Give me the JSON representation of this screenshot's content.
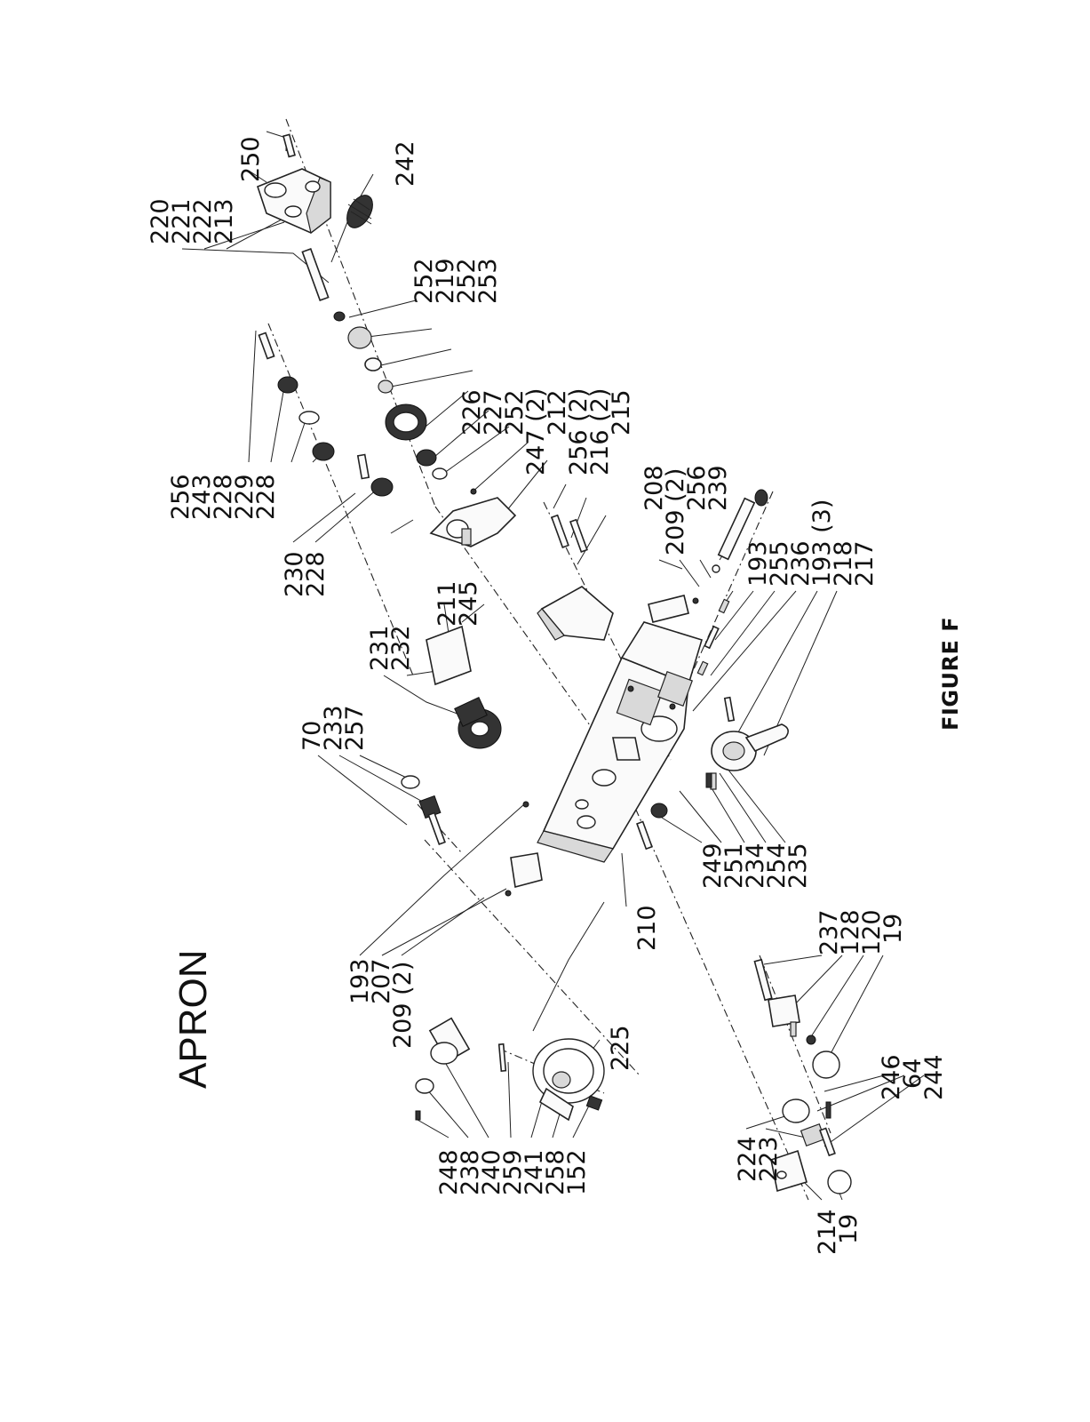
{
  "title": "APRON",
  "figure_label": "FIGURE F",
  "callouts": [
    {
      "id": "c01",
      "text": "250"
    },
    {
      "id": "c02",
      "text": "242"
    },
    {
      "id": "c03",
      "text": "220"
    },
    {
      "id": "c04",
      "text": "221"
    },
    {
      "id": "c05",
      "text": "222"
    },
    {
      "id": "c06",
      "text": "213"
    },
    {
      "id": "c07",
      "text": "252"
    },
    {
      "id": "c08",
      "text": "219"
    },
    {
      "id": "c09",
      "text": "252"
    },
    {
      "id": "c10",
      "text": "253"
    },
    {
      "id": "c11",
      "text": "226"
    },
    {
      "id": "c12",
      "text": "227"
    },
    {
      "id": "c13",
      "text": "252"
    },
    {
      "id": "c14",
      "text": "247 (2)"
    },
    {
      "id": "c15",
      "text": "212"
    },
    {
      "id": "c16",
      "text": "256 (2)"
    },
    {
      "id": "c17",
      "text": "216 (2)"
    },
    {
      "id": "c18",
      "text": "215"
    },
    {
      "id": "c19",
      "text": "256"
    },
    {
      "id": "c20",
      "text": "243"
    },
    {
      "id": "c21",
      "text": "228"
    },
    {
      "id": "c22",
      "text": "229"
    },
    {
      "id": "c23",
      "text": "228"
    },
    {
      "id": "c24",
      "text": "230"
    },
    {
      "id": "c25",
      "text": "228"
    },
    {
      "id": "c26",
      "text": "208"
    },
    {
      "id": "c27",
      "text": "209 (2)"
    },
    {
      "id": "c28",
      "text": "256"
    },
    {
      "id": "c29",
      "text": "239"
    },
    {
      "id": "c30",
      "text": "211"
    },
    {
      "id": "c31",
      "text": "245"
    },
    {
      "id": "c32",
      "text": "231"
    },
    {
      "id": "c33",
      "text": "232"
    },
    {
      "id": "c34",
      "text": "193"
    },
    {
      "id": "c35",
      "text": "255"
    },
    {
      "id": "c36",
      "text": "236"
    },
    {
      "id": "c37",
      "text": "193 (3)"
    },
    {
      "id": "c38",
      "text": "218"
    },
    {
      "id": "c39",
      "text": "217"
    },
    {
      "id": "c40",
      "text": "70"
    },
    {
      "id": "c41",
      "text": "233"
    },
    {
      "id": "c42",
      "text": "257"
    },
    {
      "id": "c43",
      "text": "249"
    },
    {
      "id": "c44",
      "text": "251"
    },
    {
      "id": "c45",
      "text": "234"
    },
    {
      "id": "c46",
      "text": "254"
    },
    {
      "id": "c47",
      "text": "235"
    },
    {
      "id": "c48",
      "text": "210"
    },
    {
      "id": "c49",
      "text": "193"
    },
    {
      "id": "c50",
      "text": "207"
    },
    {
      "id": "c51",
      "text": "209 (2)"
    },
    {
      "id": "c52",
      "text": "237"
    },
    {
      "id": "c53",
      "text": "128"
    },
    {
      "id": "c54",
      "text": "120"
    },
    {
      "id": "c55",
      "text": "19"
    },
    {
      "id": "c56",
      "text": "225"
    },
    {
      "id": "c57",
      "text": "246"
    },
    {
      "id": "c58",
      "text": "64"
    },
    {
      "id": "c59",
      "text": "244"
    },
    {
      "id": "c60",
      "text": "248"
    },
    {
      "id": "c61",
      "text": "238"
    },
    {
      "id": "c62",
      "text": "240"
    },
    {
      "id": "c63",
      "text": "259"
    },
    {
      "id": "c64",
      "text": "241"
    },
    {
      "id": "c65",
      "text": "258"
    },
    {
      "id": "c66",
      "text": "152"
    },
    {
      "id": "c67",
      "text": "224"
    },
    {
      "id": "c68",
      "text": "223"
    },
    {
      "id": "c69",
      "text": "214"
    },
    {
      "id": "c70",
      "text": "19"
    }
  ]
}
